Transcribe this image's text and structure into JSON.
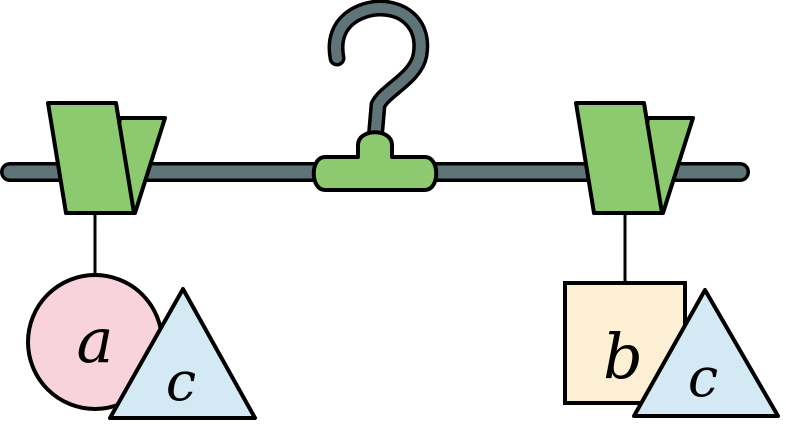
{
  "colors": {
    "rod": "#5f7479",
    "outline": "#000000",
    "clip_fill": "#8dc96e",
    "circle_fill": "#f9d3dc",
    "square_fill": "#fcefd4",
    "triangle_fill": "#d3eaf4",
    "background": "#ffffff"
  },
  "hanger": {
    "hook": "hook-icon",
    "rod": "hanger-rod",
    "center_clip": "center-clip"
  },
  "left_hanging": {
    "shape_label": "a",
    "triangle_label": "c"
  },
  "right_hanging": {
    "shape_label": "b",
    "triangle_label": "c"
  }
}
